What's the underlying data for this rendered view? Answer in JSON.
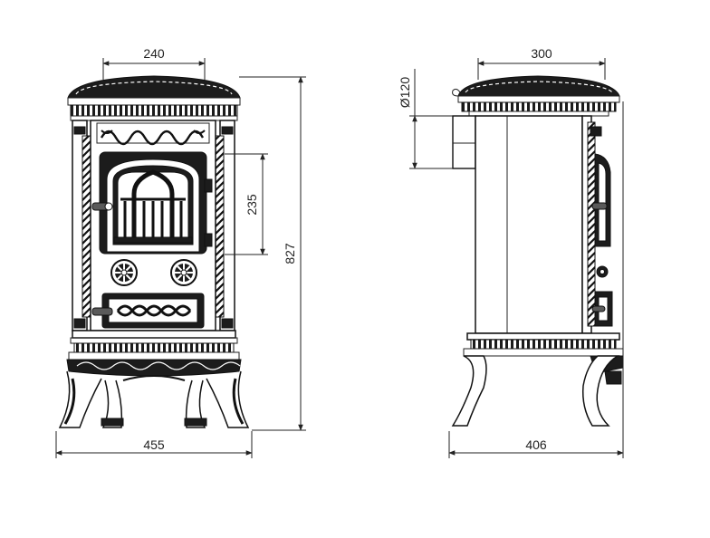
{
  "dimensions": {
    "front_top_width": "240",
    "front_door_height": "235",
    "overall_height": "827",
    "front_base_width": "455",
    "side_top_width": "300",
    "flue_diameter": "Ø120",
    "side_base_depth": "406"
  },
  "colors": {
    "line": "#222222",
    "dark_fill": "#1c1c1c",
    "background": "#ffffff"
  },
  "icons": {
    "rosette": "rosette-icon",
    "door_handle": "door-handle-icon"
  }
}
